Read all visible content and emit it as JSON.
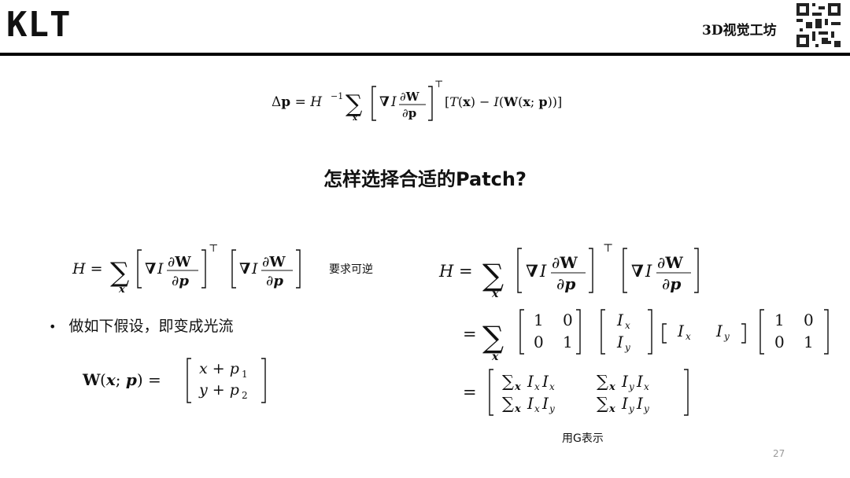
{
  "header": {
    "title": "KLT",
    "brand": "3D视觉工坊",
    "qr_icon": "qr-code-icon"
  },
  "heading": "怎样选择合适的Patch?",
  "notes": {
    "invertible": "要求可逆",
    "denote_g": "用G表示"
  },
  "bullet": "做如下假设，即变成光流",
  "page_number": "27",
  "equations": {
    "delta_p": "Δp = H^{-1} Σ_x [∇I ∂W/∂p]^T [T(x) − I(W(x; p))]",
    "hessian_left": "H = Σ_x [∇I ∂W/∂p]^T [∇I ∂W/∂p]",
    "warp": "W(x; p) = [x + p1 ; y + p2]",
    "hessian_right": "H = Σ_x [∇I ∂W/∂p]^T [∇I ∂W/∂p] = Σ_x [1 0; 0 1] [Ix; Iy] [Ix Iy] [1 0; 0 1] = [Σ_x IxIx  Σ_x IyIx ; Σ_x IxIy  Σ_x IyIy]"
  }
}
